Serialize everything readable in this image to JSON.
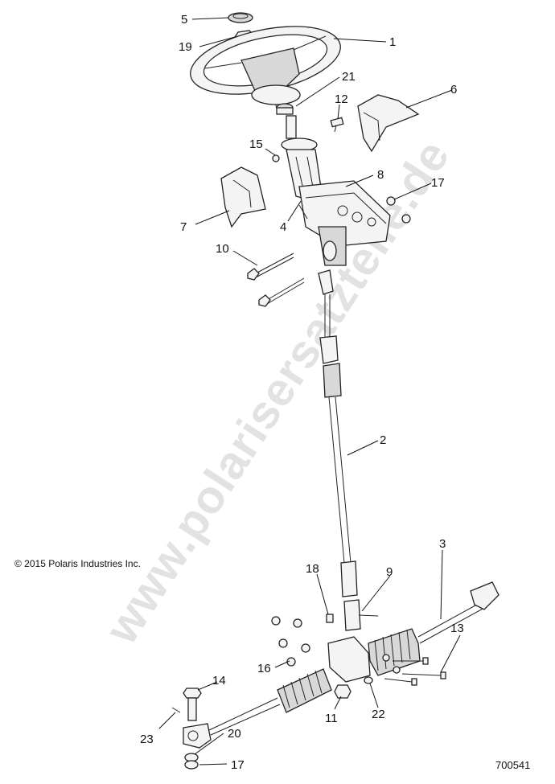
{
  "copyright": "© 2015 Polaris Industries Inc.",
  "document_number": "700541",
  "watermark": "www.polarisersatzteile.de",
  "callouts": {
    "c1": "1",
    "c2": "2",
    "c3": "3",
    "c4": "4",
    "c5": "5",
    "c6": "6",
    "c7": "7",
    "c8": "8",
    "c9": "9",
    "c10": "10",
    "c11": "11",
    "c12": "12",
    "c13": "13",
    "c14": "14",
    "c15": "15",
    "c16": "16",
    "c17a": "17",
    "c17b": "17",
    "c18": "18",
    "c19": "19",
    "c20": "20",
    "c21": "21",
    "c22": "22",
    "c23": "23"
  }
}
